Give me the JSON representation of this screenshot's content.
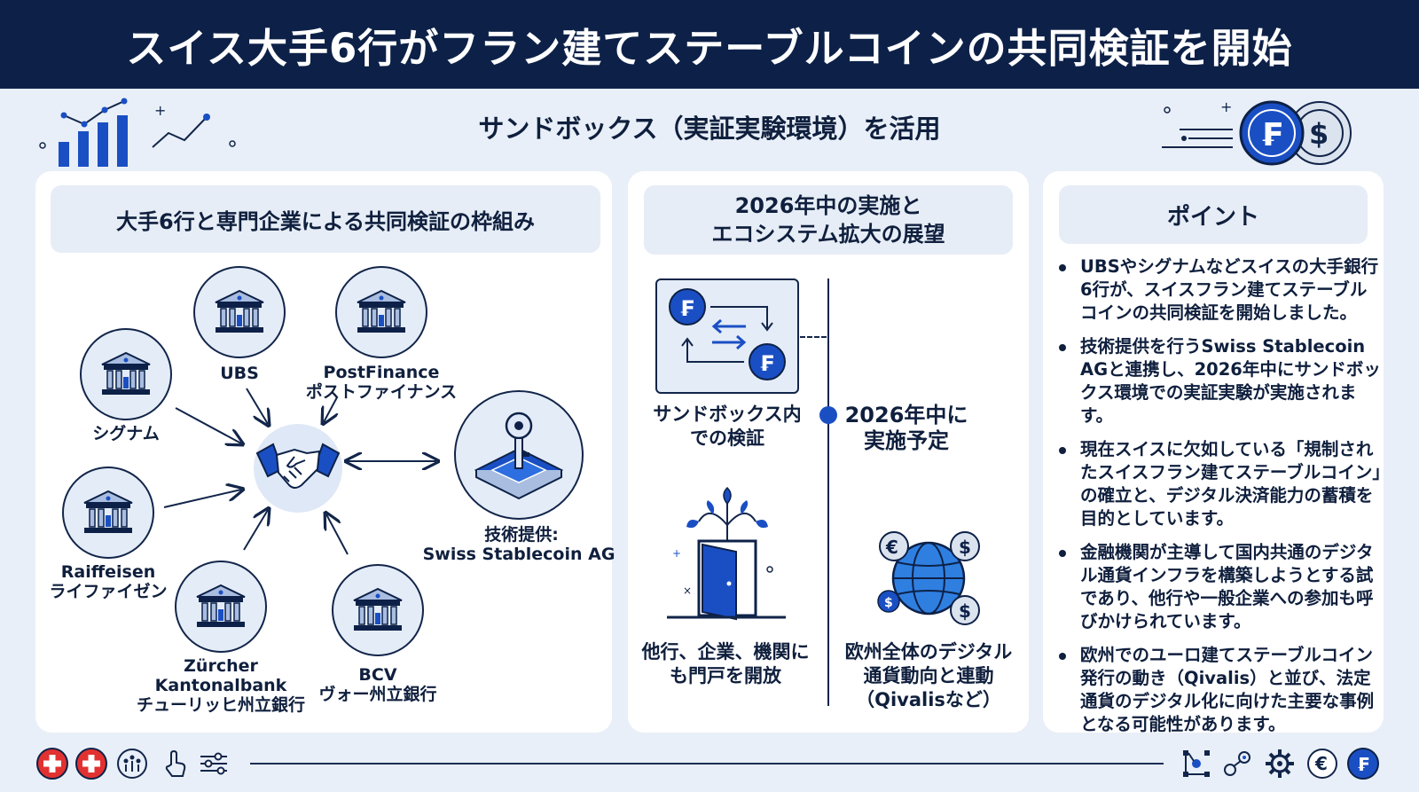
{
  "header": {
    "title": "スイス大手6行がフラン建てステーブルコインの共同検証を開始",
    "subtitle": "サンドボックス（実証実験環境）を活用"
  },
  "colors": {
    "navy": "#0d2148",
    "blue": "#1a4fc4",
    "light_blue": "#e4ecf7",
    "swiss_red": "#e23131"
  },
  "left_card": {
    "heading": "大手6行と専門企業による共同検証の枠組み",
    "banks": {
      "ubs": "UBS",
      "postfinance_en": "PostFinance",
      "postfinance_ja": "ポストファイナンス",
      "sygnum": "シグナム",
      "raiffeisen_en": "Raiffeisen",
      "raiffeisen_ja": "ライファイゼン",
      "zkb_en1": "Zürcher",
      "zkb_en2": "Kantonalbank",
      "zkb_ja": "チューリッヒ州立銀行",
      "bcv_en": "BCV",
      "bcv_ja": "ヴォー州立銀行"
    },
    "tech_label": "技術提供:",
    "tech_partner": "Swiss Stablecoin AG",
    "center_icon": "handshake-icon"
  },
  "middle_card": {
    "heading_line1": "2026年中の実施と",
    "heading_line2": "エコシステム拡大の展望",
    "sandbox_line1": "サンドボックス内",
    "sandbox_line2": "での検証",
    "timeline_line1": "2026年中に",
    "timeline_line2": "実施予定",
    "open_line1": "他行、企業、機関に",
    "open_line2": "も門戸を開放",
    "europe_line1": "欧州全体のデジタル",
    "europe_line2": "通貨動向と連動",
    "europe_line3": "（Qivalisなど）"
  },
  "right_card": {
    "heading": "ポイント",
    "points": [
      "UBSやシグナムなどスイスの大手銀行6行が、スイスフラン建てステーブルコインの共同検証を開始しました。",
      "技術提供を行うSwiss Stablecoin AGと連携し、2026年中にサンドボックス環境での実証実験が実施されます。",
      "現在スイスに欠如している「規制されたスイスフラン建てステーブルコイン」の確立と、デジタル決済能力の蓄積を目的としています。",
      "金融機関が主導して国内共通のデジタル通貨インフラを構築しようとする試であり、他行や一般企業への参加も呼びかけられています。",
      "欧州でのユーロ建てステーブルコイン発行の動き（Qivalis）と並び、法定通貨のデジタル化に向けた主要な事例となる可能性があります。"
    ]
  },
  "footer": {
    "left_icons": [
      "swiss-flag-icon",
      "swiss-flag-icon",
      "network-icon",
      "touch-icon",
      "sliders-icon"
    ],
    "right_icons": [
      "nodes-icon",
      "link-icon",
      "gear-icon",
      "euro-coin-icon",
      "franc-coin-icon"
    ]
  }
}
